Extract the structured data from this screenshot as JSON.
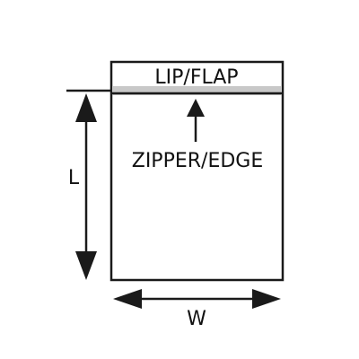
{
  "labels": {
    "lip": "LIP/FLAP",
    "zipper": "ZIPPER/EDGE",
    "length": "L",
    "width": "W"
  },
  "colors": {
    "line": "#1a1a1a",
    "seal_band": "#c8c8c8",
    "background": "#ffffff"
  }
}
